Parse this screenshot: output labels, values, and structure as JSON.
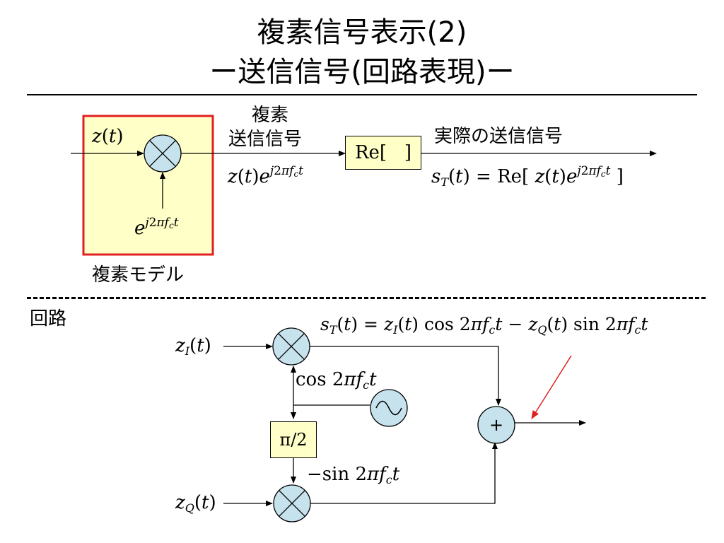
{
  "title": {
    "line1": "複素信号表示(2)",
    "line2": "ー送信信号(回路表現)ー"
  },
  "top": {
    "input": "z(t)",
    "carrier": "e^{j2πf_c t}",
    "model_label": "複素モデル",
    "complex_signal_line1": "複素",
    "complex_signal_line2": "送信信号",
    "complex_signal_expr": "z(t)e^{j2πf_c t}",
    "re_block": "Re[   ]",
    "actual_label": "実際の送信信号",
    "actual_expr": "s_T(t) = Re[ z(t)e^{j2πf_c t} ]"
  },
  "bottom": {
    "section_label": "回路",
    "output_expr": "s_T(t) = z_I(t) cos 2πf_c t − z_Q(t) sin 2πf_c t",
    "zi": "z_I(t)",
    "zq": "z_Q(t)",
    "cos_label": "cos 2πf_c t",
    "sin_label": "−sin 2πf_c t",
    "phase_block": "π/2",
    "adder": "+"
  },
  "colors": {
    "block_fill": "#ffffc8",
    "model_border": "#e02020",
    "element_fill": "#c6e2ec",
    "pointer_arrow": "#e02020"
  }
}
